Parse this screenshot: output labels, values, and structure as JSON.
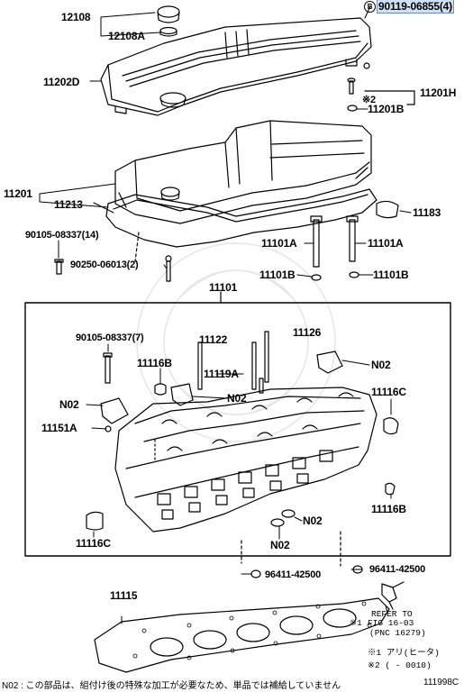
{
  "parts": {
    "p12108": "12108",
    "p12108a": "12108A",
    "p90119": "90119-06855(4)",
    "p90119_marker": "B",
    "p11202d": "11202D",
    "p11201h": "11201H",
    "p11201h_note": "※2",
    "p11201b_top": "11201B",
    "p11201": "11201",
    "p11213": "11213",
    "p11183": "11183",
    "p90105_top": "90105-08337(14)",
    "p90250": "90250-06013(2)",
    "p11101a_l": "11101A",
    "p11101a_r": "11101A",
    "p11101b_l": "11101B",
    "p11101b_r": "11101B",
    "p11101": "11101",
    "p90105_in": "90105-08337(7)",
    "p11122": "11122",
    "p11126": "11126",
    "p11116b_top": "11116B",
    "p11119a": "11119A",
    "p_n02_a": "N02",
    "p_n02_b": "N02",
    "p_n02_c": "N02",
    "p11116c_r": "11116C",
    "p11151a": "11151A",
    "p11116b_r": "11116B",
    "p11116c_l": "11116C",
    "p_n02_d": "N02",
    "p_n02_e": "N02",
    "p96411_l": "96411-42500",
    "p96411_r": "96411-42500",
    "p11115": "11115"
  },
  "refer": {
    "line1": "REFER TO",
    "line2": "FIG  16-03",
    "line3": "(PNC 16279)",
    "mark": "※1"
  },
  "notes": {
    "n1": "※1 アリ(ヒータ)",
    "n2": "※2 (    - 0010)"
  },
  "footer": {
    "text": "N02 : この部品は、組付け後の特殊な加工が必要なため、単品では補給していません",
    "code": "111998C"
  }
}
